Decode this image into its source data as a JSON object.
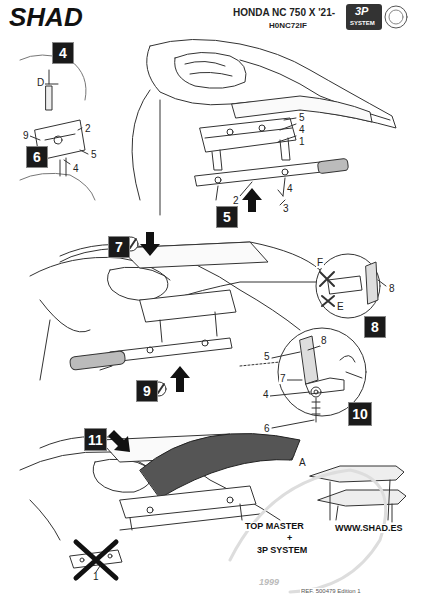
{
  "diagram": {
    "title": "HONDA NC 750 X '21-",
    "nodes": [
      {
        "text": [
          "4"
        ]
      },
      {
        "text": [
          "6"
        ]
      },
      {
        "text": [
          "5"
        ]
      },
      {
        "text": [
          "7"
        ]
      },
      {
        "text": [
          "8"
        ]
      },
      {
        "text": [
          "9"
        ]
      },
      {
        "text": [
          "10"
        ]
      },
      {
        "text": [
          "11"
        ]
      }
    ],
    "labels": [
      "SHAD",
      "H0NC72IF",
      "3P",
      "SYSTEM",
      "D",
      "2",
      "9",
      "5",
      "4",
      "5",
      "4",
      "1",
      "4",
      "3",
      "2",
      "F",
      "8",
      "E",
      "8",
      "5",
      "7",
      "4",
      "6",
      "A",
      "1",
      "TOP MASTER",
      "+",
      "3P SYSTEM",
      "WWW.SHAD.ES",
      "1999",
      "REF. 500479 Edition 1"
    ]
  }
}
